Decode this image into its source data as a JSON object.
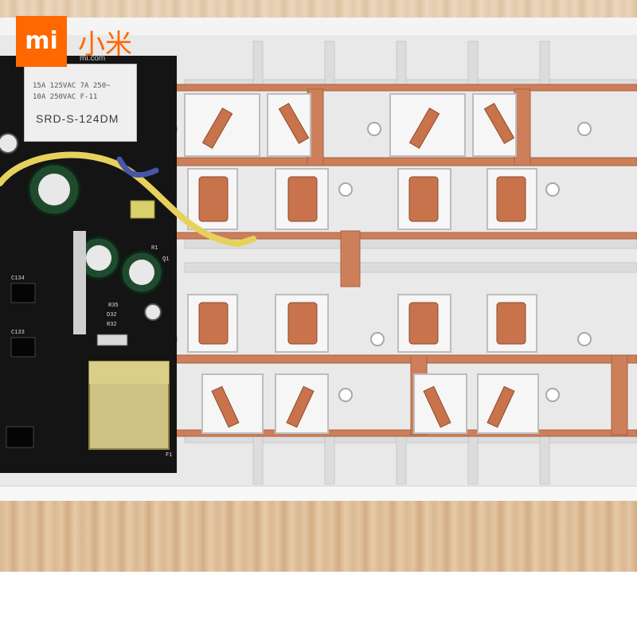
{
  "brand": {
    "logo_text": "mi",
    "name_cn": "小米",
    "url": "mi.com"
  },
  "relay": {
    "line1": "15A 125VAC   7A 250~",
    "line2": "10A 250VAC    F-11",
    "model": "SRD-S-124DM"
  },
  "pcb_labels": {
    "c134": "C134",
    "c133": "C133",
    "r35": "R35",
    "d32": "D32",
    "r32": "R32",
    "r1": "R1",
    "q1": "Q1",
    "f1": "F1"
  },
  "colors": {
    "brand_orange": "#ff6700",
    "copper": "#cd7f5a",
    "pcb": "#141414",
    "housing": "#e9e9ea",
    "wire": "#e6d15c"
  },
  "icons": {
    "logo": "xiaomi-mi-logo"
  }
}
